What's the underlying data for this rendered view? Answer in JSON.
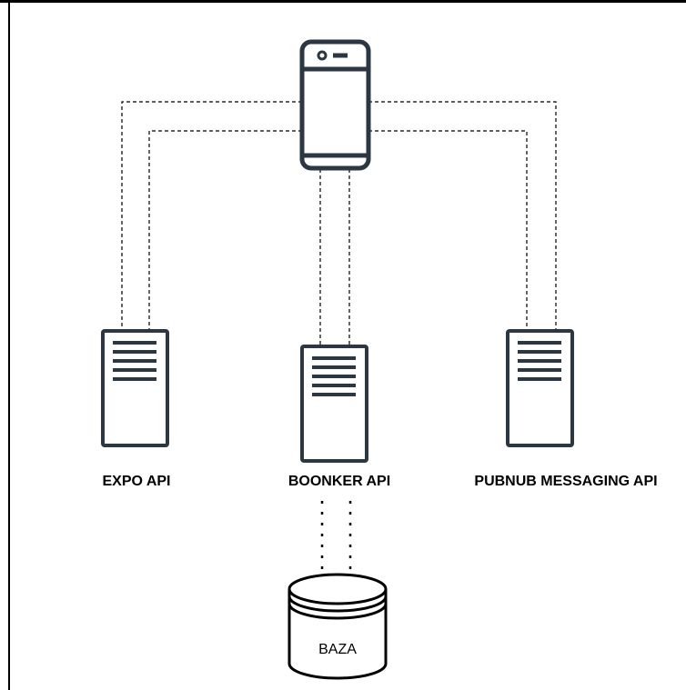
{
  "nodes": {
    "expo": {
      "label": "EXPO API"
    },
    "boonker": {
      "label": "BOONKER API"
    },
    "pubnub": {
      "label": "PUBNUB MESSAGING API"
    },
    "database": {
      "label": "BAZA"
    }
  },
  "colors": {
    "icon_stroke": "#2b3742",
    "line": "#000000",
    "background": "#ffffff",
    "border": "#000000"
  },
  "icons": [
    "phone-icon",
    "server-icon",
    "database-icon"
  ]
}
